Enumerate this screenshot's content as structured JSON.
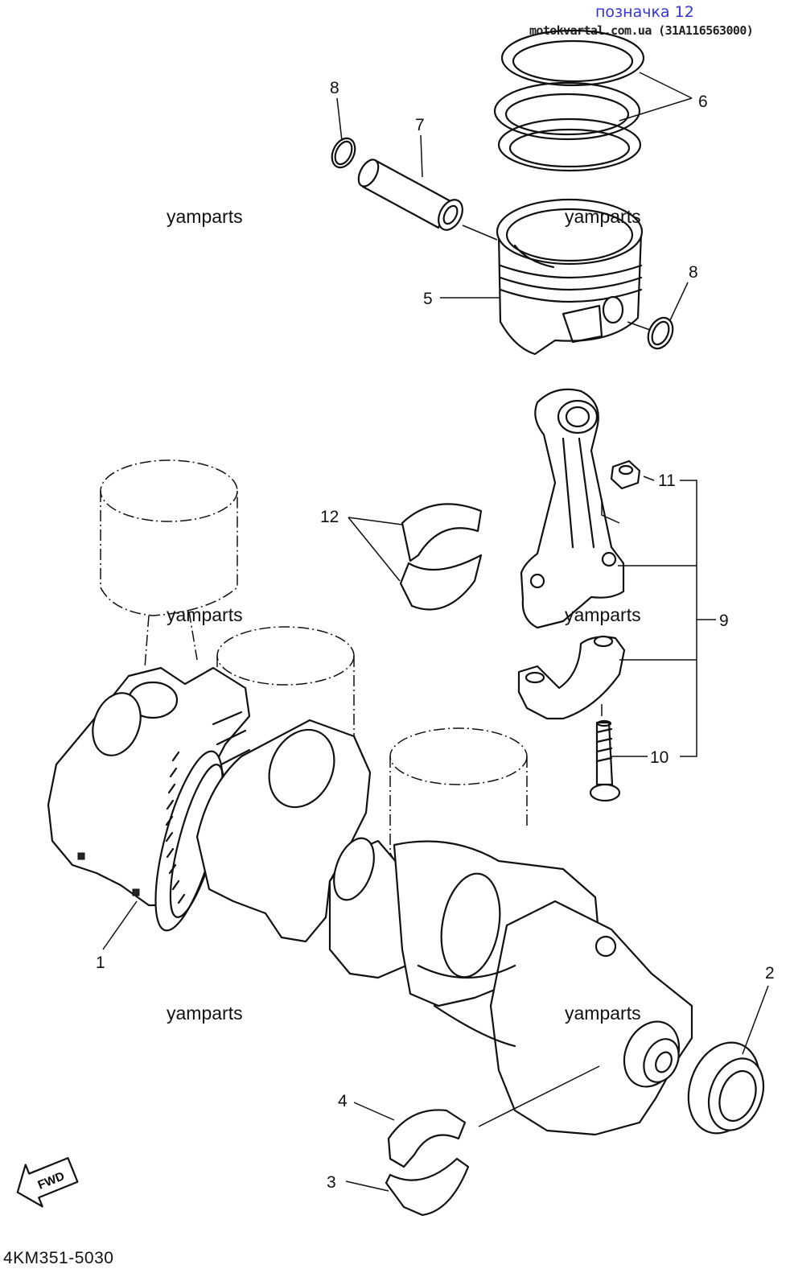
{
  "header": {
    "title": "позначка 12",
    "source": "motokvartal.com.ua (31A116563000)"
  },
  "diagram": {
    "drawing_code": "4KM351-5030",
    "direction_arrow_label": "FWD",
    "watermarks": [
      "yamparts",
      "yamparts",
      "yamparts",
      "yamparts",
      "yamparts",
      "yamparts"
    ],
    "parts": [
      {
        "ref": "1",
        "name": "crankshaft-assembly"
      },
      {
        "ref": "2",
        "name": "oil-seal"
      },
      {
        "ref": "3",
        "name": "main-bearing-lower"
      },
      {
        "ref": "4",
        "name": "main-bearing-upper"
      },
      {
        "ref": "5",
        "name": "piston"
      },
      {
        "ref": "6",
        "name": "piston-ring-set"
      },
      {
        "ref": "7",
        "name": "piston-pin"
      },
      {
        "ref": "8",
        "name": "piston-pin-clip",
        "count": 2
      },
      {
        "ref": "9",
        "name": "connecting-rod-assembly"
      },
      {
        "ref": "10",
        "name": "connecting-rod-bolt"
      },
      {
        "ref": "11",
        "name": "connecting-rod-nut"
      },
      {
        "ref": "12",
        "name": "big-end-bearing"
      }
    ]
  }
}
